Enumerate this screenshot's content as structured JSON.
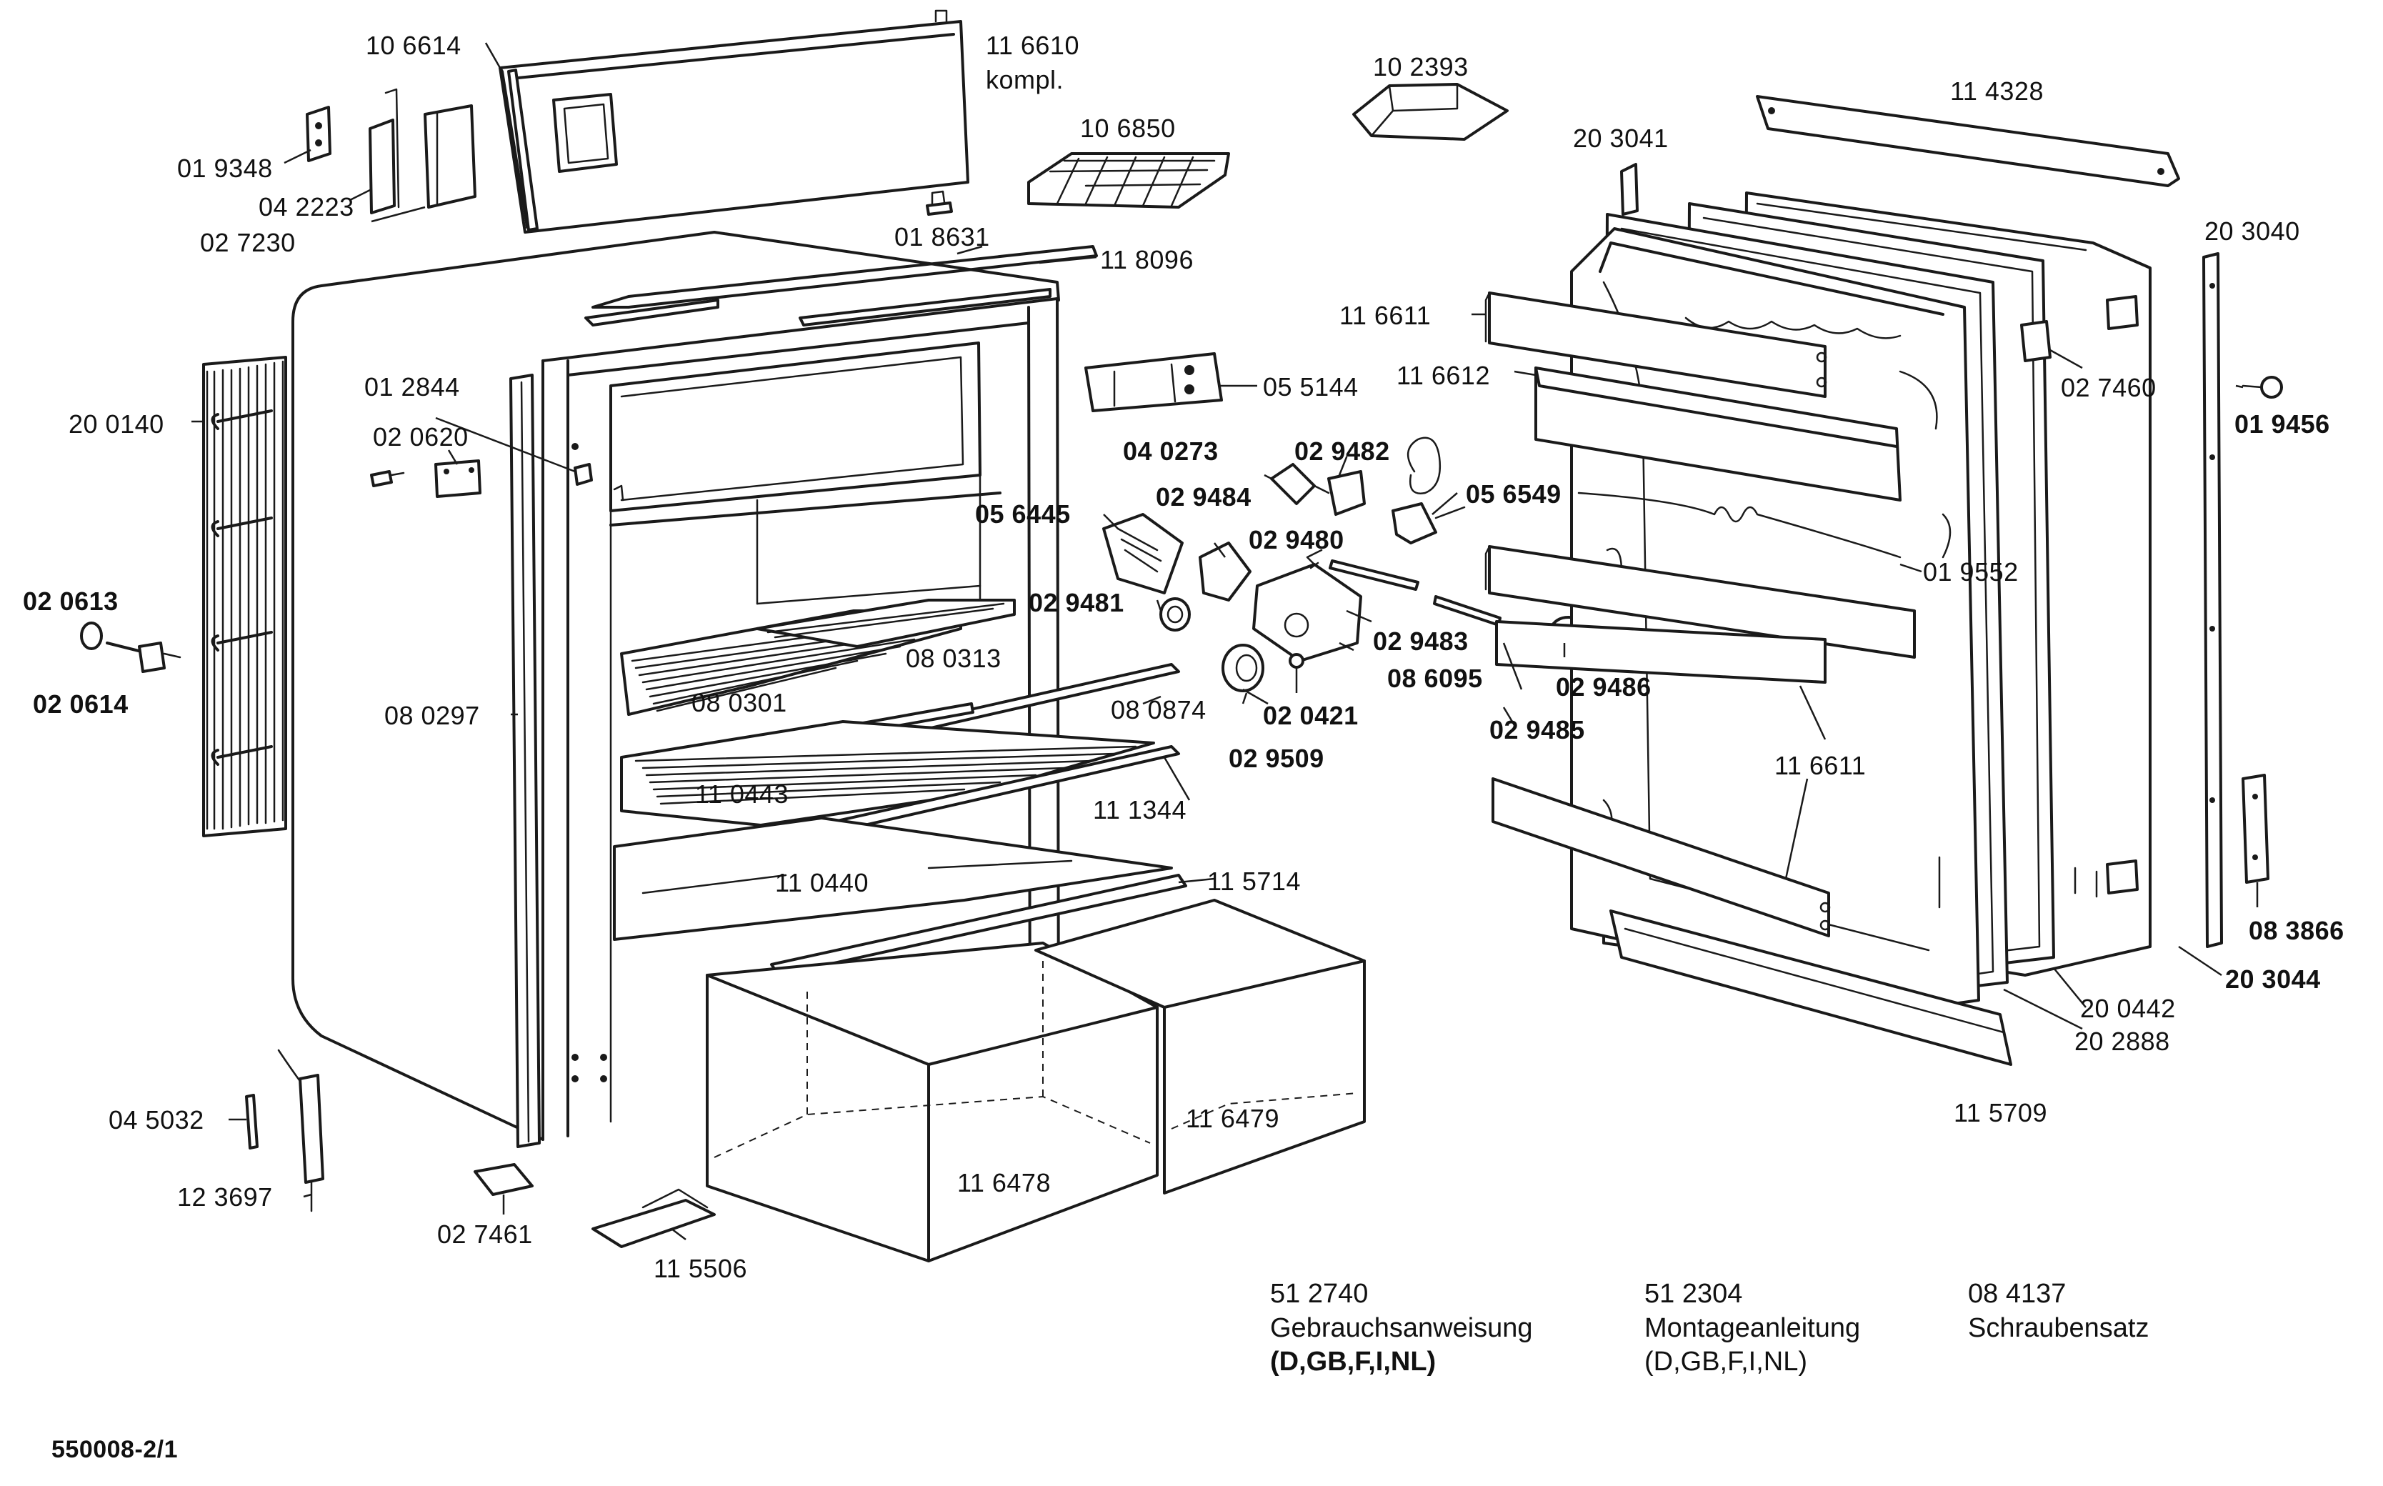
{
  "labels": {
    "p106614": "10 6614",
    "p116610": "11 6610",
    "kompl": "kompl.",
    "p019348": "01 9348",
    "p042223": "04 2223",
    "p027230": "02 7230",
    "p102393": "10 2393",
    "p106850": "10 6850",
    "p018631": "01 8631",
    "p118096": "11 8096",
    "p114328": "11 4328",
    "p203041": "20 3041",
    "p203040": "20 3040",
    "p116611a": "11 6611",
    "p116612": "11 6612",
    "p027460": "02 7460",
    "p019456": "01 9456",
    "p200140": "20 0140",
    "p012844": "01 2844",
    "p020620": "02 0620",
    "p055144": "05 5144",
    "p040273": "04 0273",
    "p029482": "02 9482",
    "p056549": "05 6549",
    "p056445": "05 6445",
    "p029484": "02 9484",
    "p029480": "02 9480",
    "p019552": "01 9552",
    "p020613": "02 0613",
    "p020614": "02 0614",
    "p029481": "02 9481",
    "p080313": "08 0313",
    "p029483": "02 9483",
    "p086095": "08 6095",
    "p029486": "02 9486",
    "p080301": "08 0301",
    "p080874": "08 0874",
    "p020421": "02 0421",
    "p080297": "08 0297",
    "p029509": "02 9509",
    "p029485": "02 9485",
    "p110443": "11 0443",
    "p111344": "11 1344",
    "p116611b": "11 6611",
    "p110440": "11 0440",
    "p115714": "11 5714",
    "p083866": "08 3866",
    "p203044": "20 3044",
    "p200442": "20 0442",
    "p202888": "20 2888",
    "p045032": "04 5032",
    "p116479": "11 6479",
    "p115709": "11 5709",
    "p123697": "12 3697",
    "p116478": "11 6478",
    "p027461": "02 7461",
    "p115506": "11 5506"
  },
  "documents": [
    {
      "number": "51 2740",
      "title": "Gebrauchsanweisung",
      "languages": "(D,GB,F,I,NL)"
    },
    {
      "number": "51 2304",
      "title": "Montageanleitung",
      "languages": "(D,GB,F,I,NL)"
    },
    {
      "number": "08 4137",
      "title": "Schraubensatz",
      "languages": ""
    }
  ],
  "footer": {
    "drawing_id": "550008-2/1"
  }
}
